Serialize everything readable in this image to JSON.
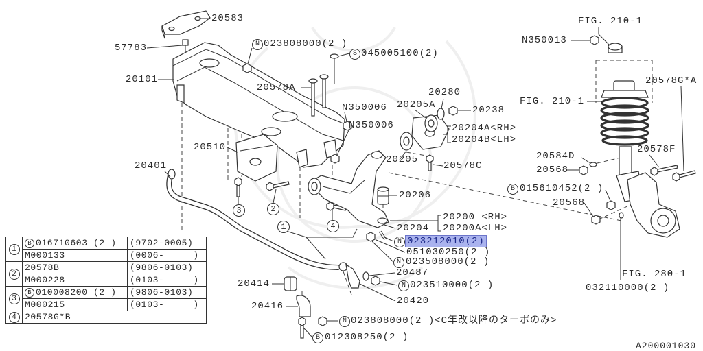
{
  "symbols": {
    "nut": "N",
    "screw": "S",
    "bolt": "B"
  },
  "index_marks": [
    "1",
    "2",
    "3",
    "4"
  ],
  "callouts": {
    "c20583": "20583",
    "c57783": "57783",
    "n023808000_top": "023808000(2 )",
    "s045005100": "045005100(2)",
    "c20101": "20101",
    "c20578a": "20578A",
    "c20280": "20280",
    "n350006_a": "N350006",
    "c20205a": "20205A",
    "c20238": "20238",
    "n350006_b": "N350006",
    "c20204a": "20204A<RH>",
    "c20204b": "20204B<LH>",
    "c20510": "20510",
    "c20205": "20205",
    "c20578c": "20578C",
    "c20401": "20401",
    "c20206": "20206",
    "c20200": "20200 <RH>",
    "c20200a": "20200A<LH>",
    "c20204": "20204",
    "n023212010": "023212010(2)",
    "c051030250": "051030250(2 )",
    "n023508000": "023508000(2 )",
    "c20487": "20487",
    "n023510000": "023510000(2 )",
    "c20414": "20414",
    "c20420": "20420",
    "c20416": "20416",
    "n023808000_bottom": "023808000(2 )<C年改以降のターボのみ>",
    "b012308250": "012308250(2 )",
    "fig210_top": "FIG. 210-1",
    "n350013": "N350013",
    "c20578g_a": "20578G*A",
    "fig210_mid": "FIG. 210-1",
    "c20578f": "20578F",
    "c20584d": "20584D",
    "c20568_a": "20568",
    "b015610452": "015610452(2 )",
    "c20568_b": "20568",
    "fig280": "FIG. 280-1",
    "c032110000": "032110000(2 )",
    "ref": "A200001030"
  },
  "table": {
    "groups": [
      {
        "index": "1",
        "rows": [
          {
            "symbol": "B",
            "part": "016710603 (2 )",
            "range": "(9702-0005)"
          },
          {
            "part": "M000133",
            "range": "(0006-     )"
          }
        ]
      },
      {
        "index": "2",
        "rows": [
          {
            "part": "20578B",
            "range": "(9806-0103)"
          },
          {
            "part": "M000228",
            "range": "(0103-     )"
          }
        ]
      },
      {
        "index": "3",
        "rows": [
          {
            "symbol": "B",
            "part": "010008200 (2 )",
            "range": "(9806-0103)"
          },
          {
            "part": "M000215",
            "range": "(0103-     )"
          }
        ]
      },
      {
        "index": "4",
        "rows": [
          {
            "part": "20578G*B"
          }
        ]
      }
    ]
  },
  "colors": {
    "highlight_bg": "#aab3ee",
    "highlight_border": "#6b74c9",
    "highlight_text": "#1e2a8a"
  }
}
